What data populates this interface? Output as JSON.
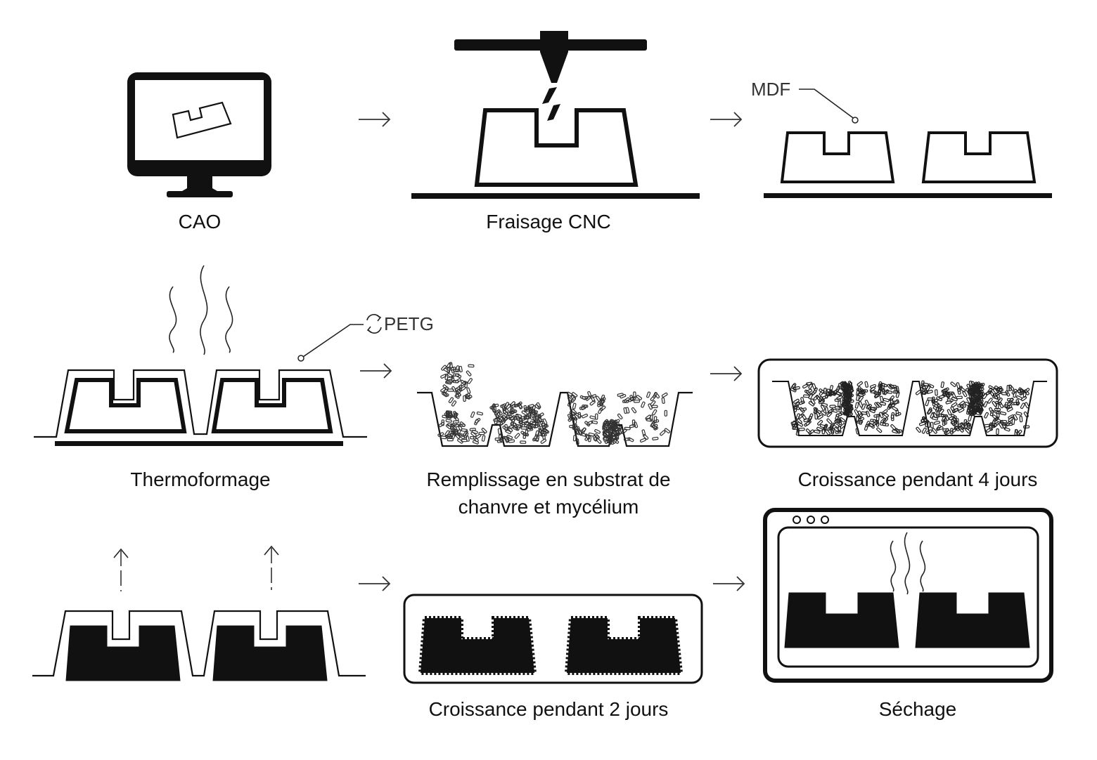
{
  "steps": {
    "cao": "CAO",
    "cnc": "Fraisage CNC",
    "thermo": "Thermoformage",
    "fill_line1": "Remplissage en substrat de",
    "fill_line2": "chanvre et mycélium",
    "grow4": "Croissance pendant 4 jours",
    "grow2": "Croissance pendant 2 jours",
    "dry": "Séchage"
  },
  "materials": {
    "mdf": "MDF",
    "petg": "PETG"
  },
  "icons": {
    "recycle": "recycle-icon"
  }
}
